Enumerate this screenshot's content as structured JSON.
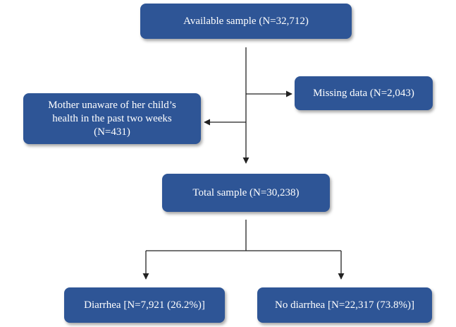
{
  "diagram": {
    "available_sample": "Available sample (N=32,712)",
    "missing_data": "Missing data (N=2,043)",
    "mother_unaware": [
      "Mother unaware of her child’s",
      "health in the past two weeks",
      "(N=431)"
    ],
    "total_sample": "Total sample (N=30,238)",
    "diarrhea": "Diarrhea [N=7,921 (26.2%)]",
    "no_diarrhea": "No diarrhea [N=22,317 (73.8%)]"
  },
  "colors": {
    "box_fill": "#2e5596",
    "box_text": "#ffffff",
    "connector": "#222222"
  }
}
